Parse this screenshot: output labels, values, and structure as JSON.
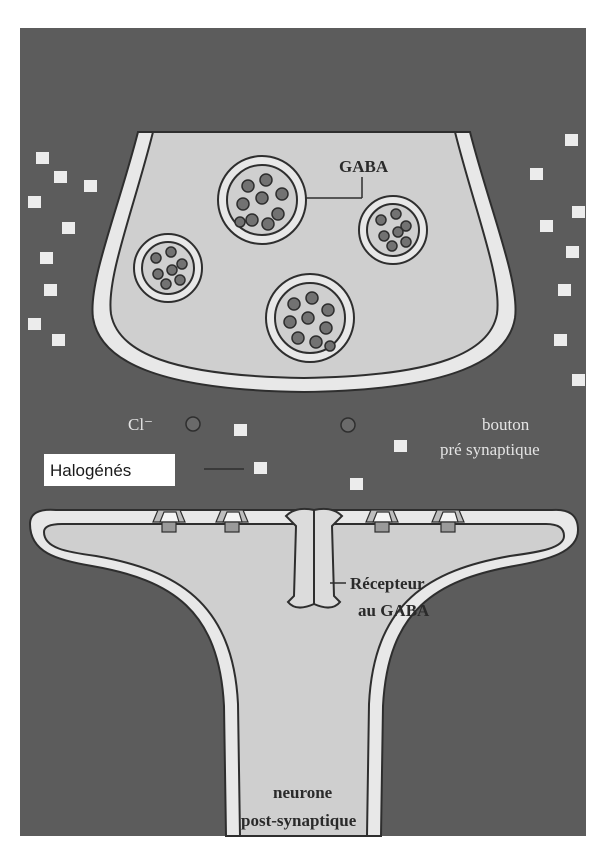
{
  "labels": {
    "gaba": "GABA",
    "chloride": "Cl⁻",
    "bouton_line1": "bouton",
    "bouton_line2": "pré synaptique",
    "halogenes": "Halogénés",
    "recepteur_line1": "Récepteur",
    "recepteur_line2": "au GABA",
    "neurone_line1": "neurone",
    "neurone_line2": "post-synaptique"
  },
  "colors": {
    "background": "#5c5c5c",
    "cell_fill": "#cfcfcf",
    "membrane": "#e8e8e8",
    "outline": "#2e2e2e",
    "vesicle_dot": "#727272",
    "halogen_square": "#ececec"
  }
}
